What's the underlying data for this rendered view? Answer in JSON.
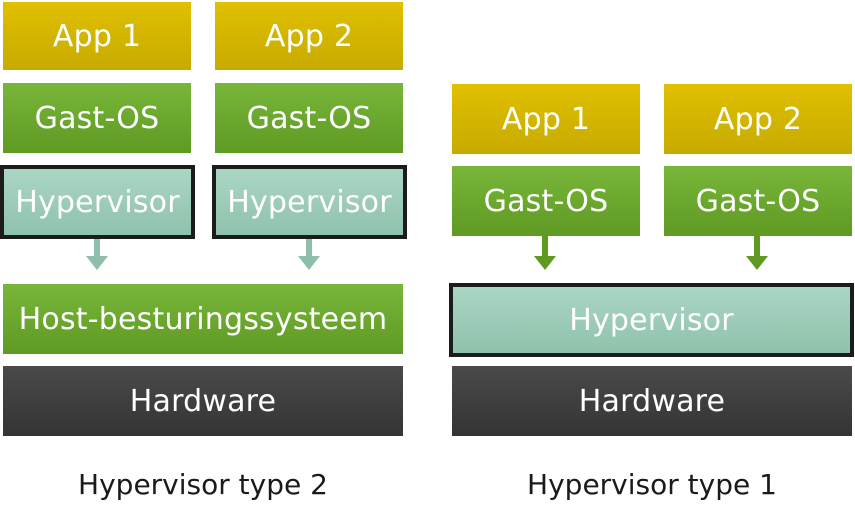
{
  "type2": {
    "caption": "Hypervisor type 2",
    "app1": "App 1",
    "app2": "App 2",
    "guest_os": "Gast-OS",
    "hypervisor": "Hypervisor",
    "host_os": "Host-besturingssysteem",
    "hardware": "Hardware"
  },
  "type1": {
    "caption": "Hypervisor type 1",
    "app1": "App 1",
    "app2": "App 2",
    "guest_os": "Gast-OS",
    "hypervisor": "Hypervisor",
    "hardware": "Hardware"
  },
  "colors": {
    "app": "#d4b600",
    "guest_os": "#6aa82c",
    "hypervisor": "#9ccbb7",
    "hardware": "#3c3c3c",
    "arrow_type2": "#8fbfaa",
    "arrow_type1": "#5e9a22"
  }
}
